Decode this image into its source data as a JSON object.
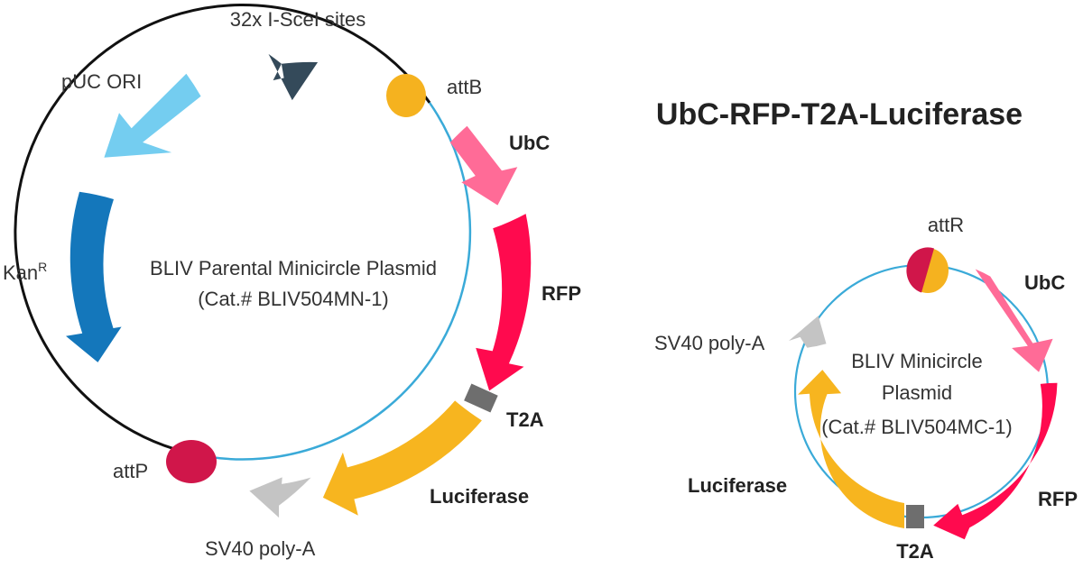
{
  "title": "UbC-RFP-T2A-Luciferase",
  "colors": {
    "backbone_black": "#111111",
    "backbone_blue": "#3aaad8",
    "arrow_dark": "#344a5a",
    "arrow_light_blue": "#74cdf0",
    "arrow_blue": "#1477bb",
    "attB": "#f5b21f",
    "attP": "#d0164a",
    "ubc_pink": "#ff6b97",
    "rfp_red": "#ff0a4e",
    "luciferase_yellow": "#f7b51f",
    "t2a_grey": "#6e6e6e",
    "polyA_grey": "#c4c4c4"
  },
  "parental": {
    "name_line1": "BLIV Parental Minicircle Plasmid",
    "name_line2": "(Cat.# BLIV504MN-1)",
    "labels": {
      "isce": "32x I-SceI sites",
      "puc": "pUC ORI",
      "kan": "Kan",
      "kan_sup": "R",
      "attB": "attB",
      "ubc": "UbC",
      "rfp": "RFP",
      "t2a": "T2A",
      "luciferase": "Luciferase",
      "polyA": "SV40 poly-A",
      "attP": "attP"
    }
  },
  "minicircle": {
    "name_line1": "BLIV Minicircle",
    "name_line2": "Plasmid",
    "name_line3": "(Cat.# BLIV504MC-1)",
    "labels": {
      "attR": "attR",
      "ubc": "UbC",
      "rfp": "RFP",
      "t2a": "T2A",
      "luciferase": "Luciferase",
      "polyA": "SV40 poly-A"
    }
  }
}
